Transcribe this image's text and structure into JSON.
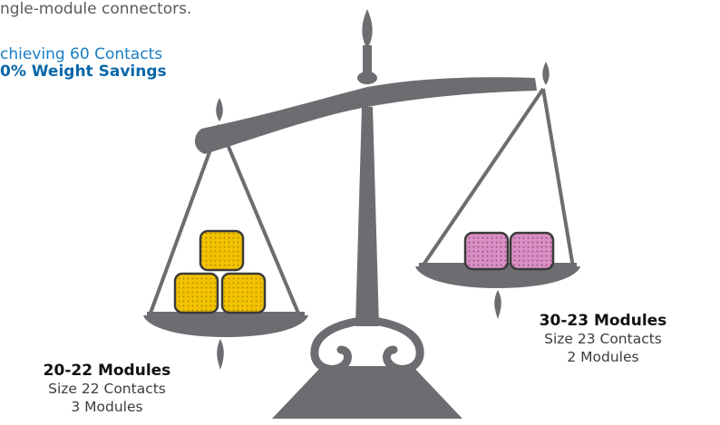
{
  "intro": {
    "text": "ngle-module connectors."
  },
  "headline": {
    "line1": "chieving 60 Contacts",
    "line2": "0% Weight Savings"
  },
  "colors": {
    "scale": "#6c6d70",
    "module_yellow": "#f2c200",
    "module_pink": "#d98fc4",
    "accent_blue": "#1a7dc4"
  },
  "left_pan": {
    "title": "20-22 Modules",
    "size_line": "Size 22 Contacts",
    "count_line": "3 Modules",
    "module_count": 3
  },
  "right_pan": {
    "title": "30-23 Modules",
    "size_line": "Size 23 Contacts",
    "count_line": "2 Modules",
    "module_count": 2
  }
}
